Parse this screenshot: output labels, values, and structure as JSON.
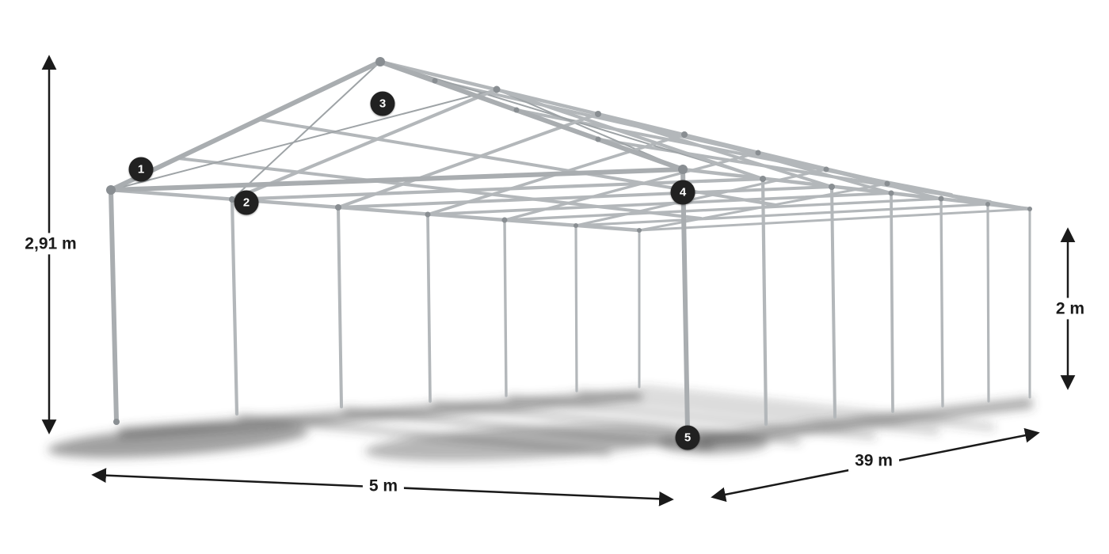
{
  "diagram": {
    "dimensions": {
      "total_height": "2,91 m",
      "side_height": "2 m",
      "width": "5 m",
      "length": "39 m"
    },
    "markers": [
      {
        "number": "1"
      },
      {
        "number": "2"
      },
      {
        "number": "3"
      },
      {
        "number": "4"
      },
      {
        "number": "5"
      }
    ],
    "colors": {
      "frame_tube": "#b3b7ba",
      "frame_tube_front": "#a9adb0",
      "frame_joint": "#898e92",
      "brace": "#9ea3a6",
      "dimension_line": "#1a1a1a",
      "marker_background": "#212121",
      "marker_text": "#ffffff",
      "ground_shadow": "#3f3f3f",
      "background": "#ffffff"
    }
  }
}
